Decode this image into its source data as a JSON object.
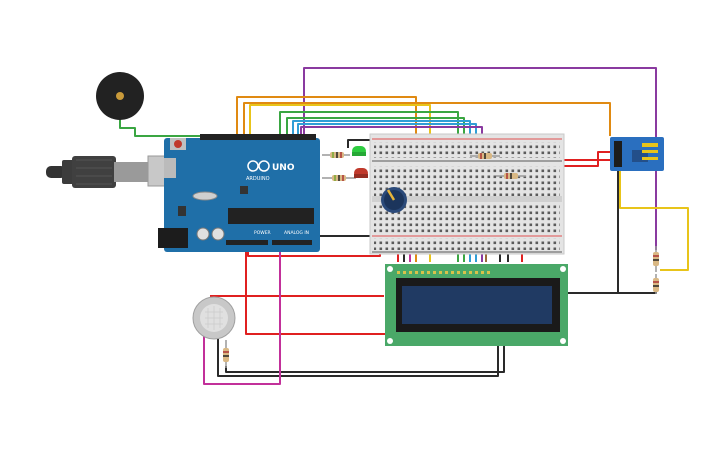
{
  "arduino": {
    "brand_text": "ARDUINO",
    "model_text": "UNO",
    "power_header_label": "POWER",
    "analog_header_label": "ANALOG IN"
  },
  "colors": {
    "background": "#ffffff",
    "arduino_board": "#1f6fa8",
    "lcd_pcb": "#4aa868",
    "lcd_screen": "#203a63",
    "esp_module": "#2a6fbf",
    "breadboard": "#e4e4e4",
    "wire_red": "#e02020",
    "wire_black": "#2a2a2a",
    "wire_orange": "#e08a12",
    "wire_yellow": "#e8c41a",
    "wire_green": "#3aa642",
    "wire_purple": "#8a3aa0",
    "wire_blue": "#2f9ed6",
    "wire_brown": "#9b6b3a",
    "wire_magenta": "#c2309a",
    "led_green": "#2ecc40",
    "led_red": "#c0392b"
  },
  "components": {
    "buzzer": {
      "icon": "buzzer-icon"
    },
    "usb_cable": {
      "icon": "usb-plug-icon"
    },
    "breadboard": {
      "icon": "breadboard-icon"
    },
    "potentiometer": {
      "icon": "potentiometer-knob-icon"
    },
    "lcd": {
      "icon": "lcd-16x2-icon"
    },
    "esp8266": {
      "icon": "wifi-module-icon"
    },
    "gas_sensor": {
      "icon": "gas-sensor-icon"
    },
    "led_green": {
      "icon": "led-icon"
    },
    "led_red": {
      "icon": "led-icon"
    }
  }
}
